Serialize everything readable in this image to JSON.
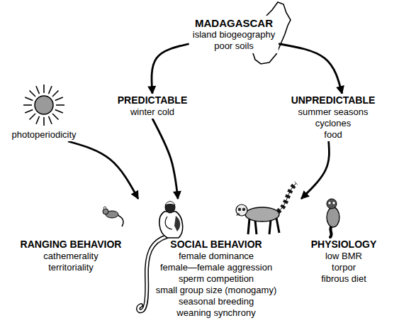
{
  "diagram": {
    "nodes": [
      {
        "text": [
          "MADAGASCAR",
          "island biogeography",
          "poor soils"
        ]
      },
      {
        "text": [
          "PREDICTABLE",
          "winter cold"
        ]
      },
      {
        "text": [
          "UNPREDICTABLE",
          "summer seasons",
          "cyclones",
          "food"
        ]
      },
      {
        "text": [
          "photoperiodicity"
        ]
      },
      {
        "text": [
          "RANGING BEHAVIOR",
          "cathemerality",
          "territoriality"
        ]
      },
      {
        "text": [
          "SOCIAL BEHAVIOR",
          "female dominance",
          "female—female aggression",
          "sperm competition",
          "small group size (monogamy)",
          "seasonal breeding",
          "weaning synchrony"
        ]
      },
      {
        "text": [
          "PHYSIOLOGY",
          "low BMR",
          "torpor",
          "fibrous diet"
        ]
      }
    ],
    "edges": [
      {
        "from": 0,
        "to": 1,
        "arrow": "to"
      },
      {
        "from": 0,
        "to": 2,
        "arrow": "to"
      },
      {
        "from": 3,
        "to": 4,
        "arrow": "to"
      },
      {
        "from": 1,
        "to": 5,
        "arrow": "to"
      },
      {
        "from": 2,
        "to": 6,
        "arrow": "to"
      }
    ]
  }
}
